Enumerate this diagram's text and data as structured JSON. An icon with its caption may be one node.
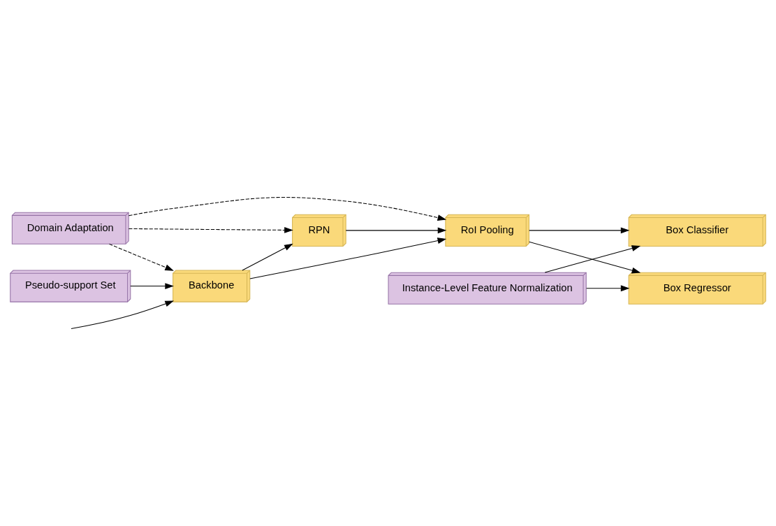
{
  "diagram": {
    "nodes": [
      {
        "text": [
          "Domain Adaptation"
        ]
      },
      {
        "text": [
          "RPN"
        ]
      },
      {
        "text": [
          "Backbone"
        ]
      },
      {
        "text": [
          "RoI Pooling"
        ]
      },
      {
        "text": [
          "Box Classifier"
        ]
      },
      {
        "text": [
          "Instance-Level Feature Normalization"
        ]
      },
      {
        "text": [
          "Box Regressor"
        ]
      },
      {
        "text": [
          "Pseudo-support Set"
        ]
      }
    ],
    "edges": [
      {
        "from": null,
        "to": 2,
        "arrow": "to"
      },
      {
        "from": 7,
        "to": 2,
        "arrow": "to"
      },
      {
        "from": 0,
        "to": 2,
        "arrow": "to",
        "style": "dashed"
      },
      {
        "from": 0,
        "to": 1,
        "arrow": "to",
        "style": "dashed"
      },
      {
        "from": 0,
        "to": 3,
        "arrow": "to",
        "style": "dashed"
      },
      {
        "from": 2,
        "to": 1,
        "arrow": "to"
      },
      {
        "from": 2,
        "to": 3,
        "arrow": "to"
      },
      {
        "from": 1,
        "to": 3,
        "arrow": "to"
      },
      {
        "from": 3,
        "to": 4,
        "arrow": "to"
      },
      {
        "from": 3,
        "to": 6,
        "arrow": "to"
      },
      {
        "from": 5,
        "to": 4,
        "arrow": "to"
      },
      {
        "from": 5,
        "to": 6,
        "arrow": "to"
      }
    ]
  }
}
